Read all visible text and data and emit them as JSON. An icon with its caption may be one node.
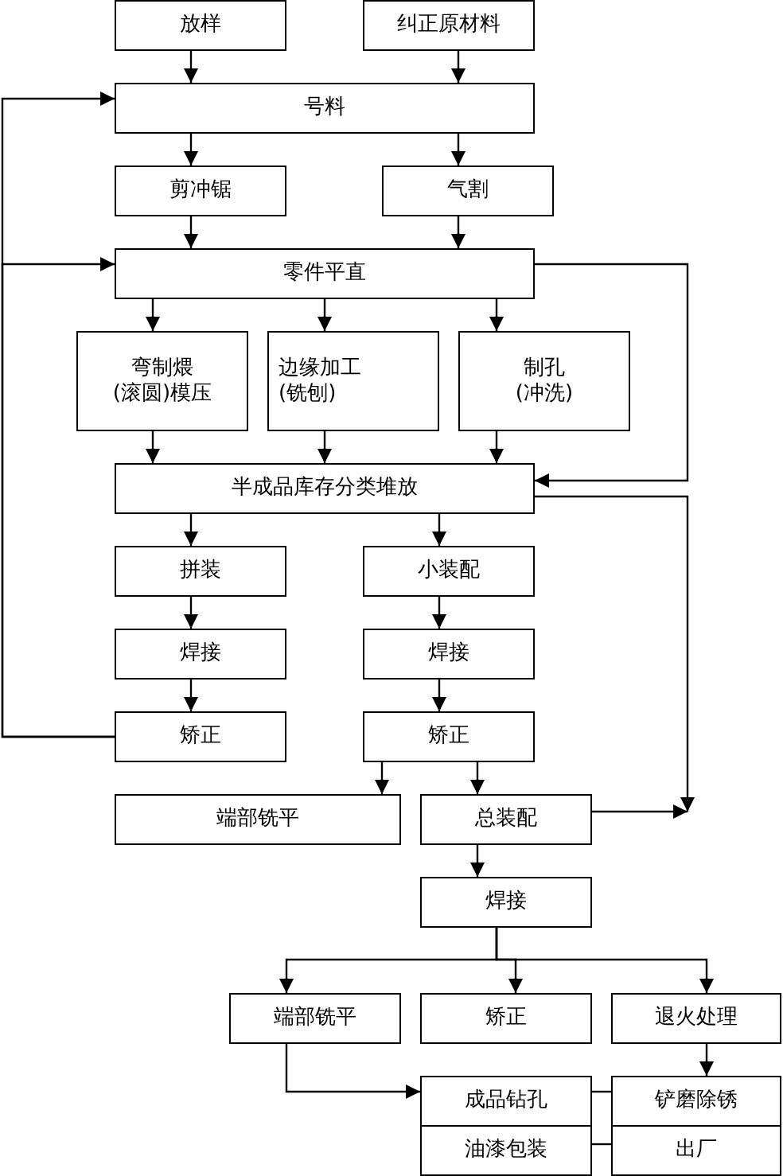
{
  "diagram": {
    "nodes": [
      {
        "text": [
          "放样"
        ]
      },
      {
        "text": [
          "纠正原材料"
        ]
      },
      {
        "text": [
          "号料"
        ]
      },
      {
        "text": [
          "剪冲锯"
        ]
      },
      {
        "text": [
          "气割"
        ]
      },
      {
        "text": [
          "零件平直"
        ]
      },
      {
        "text": [
          "弯制煨(滚圆)模压"
        ]
      },
      {
        "text": [
          "边缘加工(铣刨)"
        ]
      },
      {
        "text": [
          "制孔(冲洗)"
        ]
      },
      {
        "text": [
          "半成品库存分类堆放"
        ]
      },
      {
        "text": [
          "拼装"
        ]
      },
      {
        "text": [
          "小装配"
        ]
      },
      {
        "text": [
          "焊接"
        ]
      },
      {
        "text": [
          "焊接"
        ]
      },
      {
        "text": [
          "矫正"
        ]
      },
      {
        "text": [
          "矫正"
        ]
      },
      {
        "text": [
          "端部铣平"
        ]
      },
      {
        "text": [
          "总装配"
        ]
      },
      {
        "text": [
          "焊接"
        ]
      },
      {
        "text": [
          "端部铣平"
        ]
      },
      {
        "text": [
          "矫正"
        ]
      },
      {
        "text": [
          "退火处理"
        ]
      },
      {
        "text": [
          "成品钻孔"
        ]
      },
      {
        "text": [
          "油漆包装"
        ]
      },
      {
        "text": [
          "铲磨除锈"
        ]
      },
      {
        "text": [
          "出厂"
        ]
      }
    ],
    "edges": [
      {
        "from": 0,
        "to": 2,
        "arrow": "to"
      },
      {
        "from": 1,
        "to": 2,
        "arrow": "to"
      },
      {
        "from": 2,
        "to": 3,
        "arrow": "to"
      },
      {
        "from": 2,
        "to": 4,
        "arrow": "to"
      },
      {
        "from": 3,
        "to": 5,
        "arrow": "to"
      },
      {
        "from": 4,
        "to": 5,
        "arrow": "to"
      },
      {
        "from": 5,
        "to": 6,
        "arrow": "to"
      },
      {
        "from": 5,
        "to": 7,
        "arrow": "to"
      },
      {
        "from": 5,
        "to": 8,
        "arrow": "to"
      },
      {
        "from": 6,
        "to": 9,
        "arrow": "to"
      },
      {
        "from": 7,
        "to": 9,
        "arrow": "to"
      },
      {
        "from": 8,
        "to": 9,
        "arrow": "to"
      },
      {
        "from": 9,
        "to": 10,
        "arrow": "to"
      },
      {
        "from": 9,
        "to": 11,
        "arrow": "to"
      },
      {
        "from": 10,
        "to": 12,
        "arrow": "to"
      },
      {
        "from": 11,
        "to": 13,
        "arrow": "to"
      },
      {
        "from": 12,
        "to": 14,
        "arrow": "to"
      },
      {
        "from": 13,
        "to": 15,
        "arrow": "to"
      },
      {
        "from": 15,
        "to": 16,
        "arrow": "to"
      },
      {
        "from": 15,
        "to": 17,
        "arrow": "to"
      },
      {
        "from": 17,
        "to": 18,
        "arrow": "to"
      },
      {
        "from": 18,
        "to": 19,
        "arrow": "to"
      },
      {
        "from": 18,
        "to": 20,
        "arrow": "to"
      },
      {
        "from": 18,
        "to": 21,
        "arrow": "to"
      },
      {
        "from": 21,
        "to": 24,
        "arrow": "to"
      },
      {
        "from": 19,
        "to": 22,
        "arrow": "to"
      },
      {
        "from": 22,
        "to": 24,
        "arrow": "none"
      },
      {
        "from": 23,
        "to": 25,
        "arrow": "none"
      },
      {
        "from": 14,
        "to": 2,
        "arrow": "to"
      },
      {
        "from": 14,
        "to": 5,
        "arrow": "to"
      },
      {
        "from": 5,
        "to": 9,
        "arrow": "to"
      },
      {
        "from": 9,
        "to": null,
        "arrow": "to"
      },
      {
        "from": 17,
        "to": null,
        "arrow": "to"
      }
    ]
  }
}
